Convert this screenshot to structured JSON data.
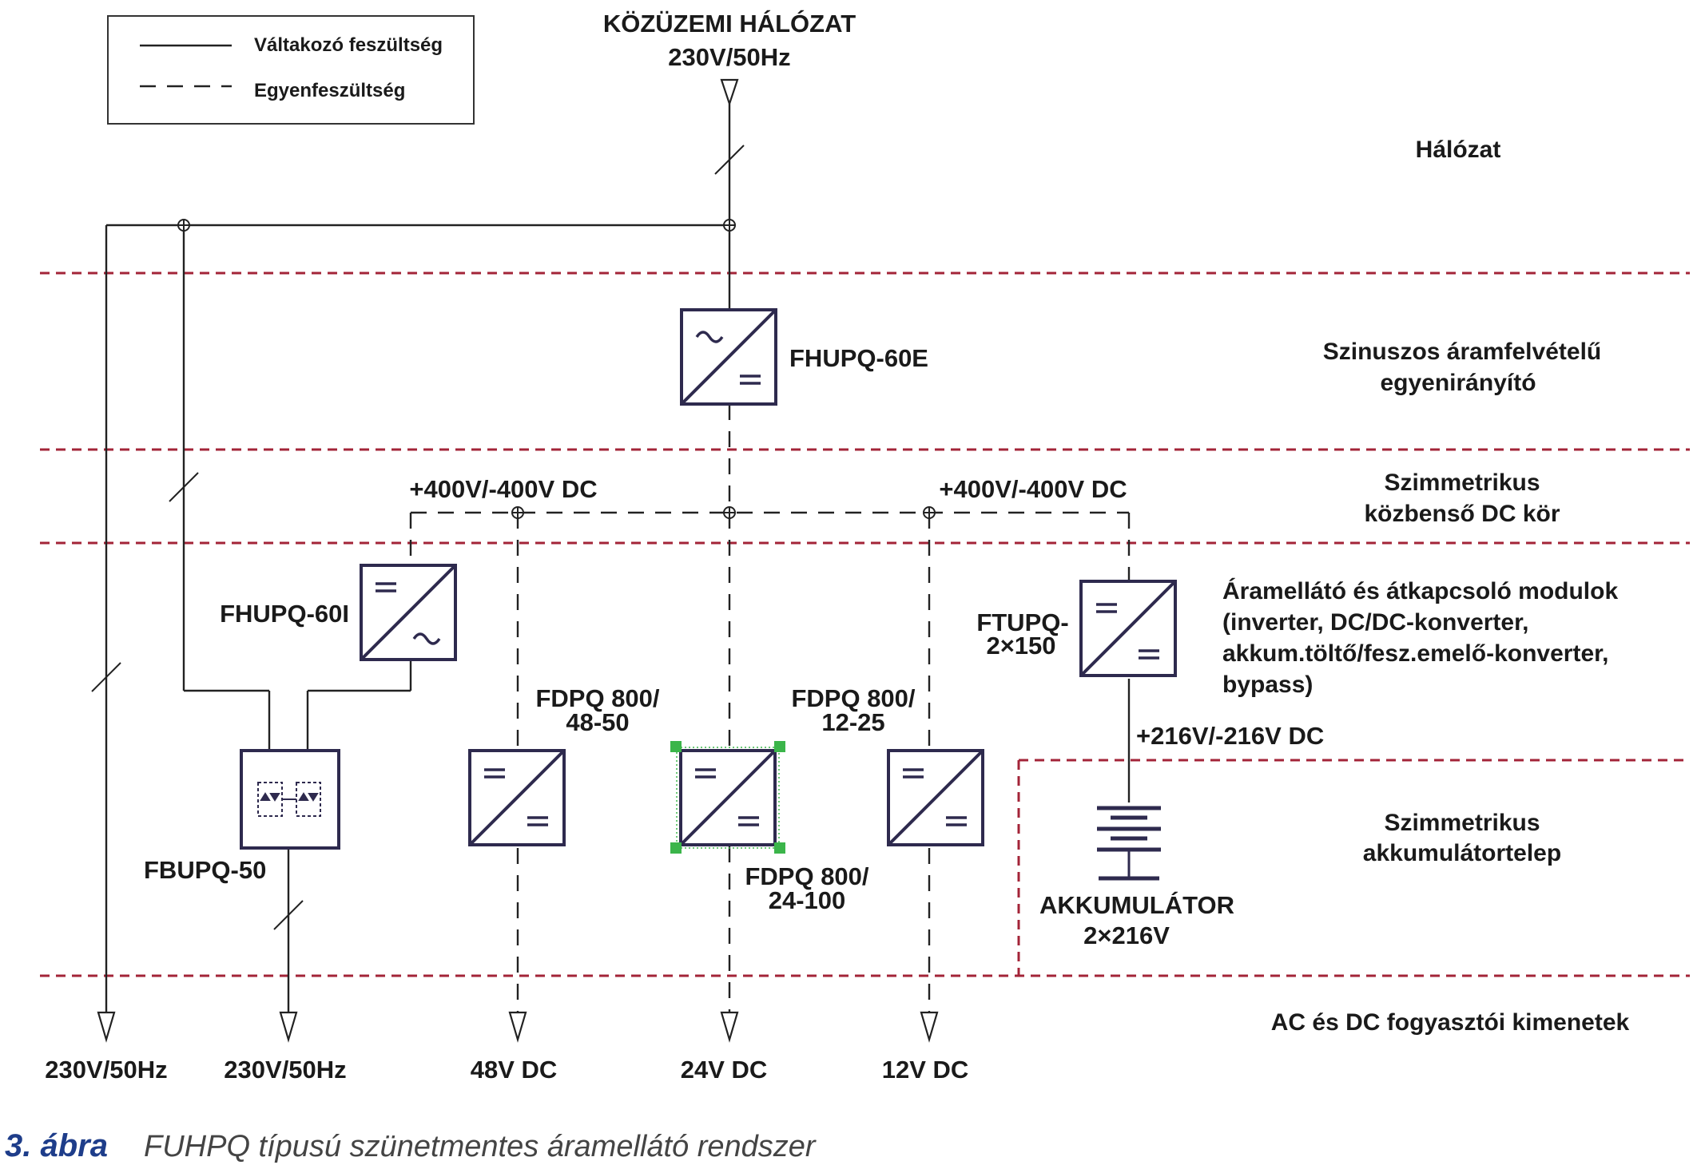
{
  "legend": {
    "ac_label": "Váltakozó feszültség",
    "dc_label": "Egyenfeszültség"
  },
  "grid_input": {
    "title": "KÖZÜZEMI HÁLÓZAT",
    "voltage": "230V/50Hz"
  },
  "zones": {
    "network": "Hálózat",
    "rectifier_l1": "Szinuszos áramfelvételű",
    "rectifier_l2": "egyenirányító",
    "dc_link_l1": "Szimmetrikus",
    "dc_link_l2": "közbenső DC kör",
    "modules_l1": "Áramellátó és átkapcsoló modulok",
    "modules_l2": "(inverter, DC/DC-konverter,",
    "modules_l3": "akkum.töltő/fesz.emelő-konverter,",
    "modules_l4": "bypass)",
    "battery_l1": "Szimmetrikus",
    "battery_l2": "akkumulátortelep",
    "outputs": "AC és DC fogyasztói kimenetek"
  },
  "bus_labels": {
    "dc_bus_left": "+400V/-400V DC",
    "dc_bus_right": "+400V/-400V DC",
    "battery_bus": "+216V/-216V DC"
  },
  "components": {
    "rectifier": "FHUPQ-60E",
    "inverter": "FHUPQ-60I",
    "bypass": "FBUPQ-50",
    "dcdc_48_l1": "FDPQ 800/",
    "dcdc_48_l2": "48-50",
    "dcdc_24_l1": "FDPQ 800/",
    "dcdc_24_l2": "24-100",
    "dcdc_12_l1": "FDPQ 800/",
    "dcdc_12_l2": "12-25",
    "charger_l1": "FTUPQ-",
    "charger_l2": "2×150",
    "battery_l1": "AKKUMULÁTOR",
    "battery_l2": "2×216V"
  },
  "outputs": [
    "230V/50Hz",
    "230V/50Hz",
    "48V DC",
    "24V DC",
    "12V DC"
  ],
  "symbols": {
    "ac": "~",
    "dc": "="
  },
  "caption": {
    "number": "3. ábra",
    "text": "FUHPQ típusú szünetmentes áramellátó rendszer"
  },
  "colors": {
    "zone_line": "#a32438",
    "box_stroke": "#2e2a4e",
    "caption_number": "#1e3d8a",
    "selection_handle": "#3bb54a"
  }
}
